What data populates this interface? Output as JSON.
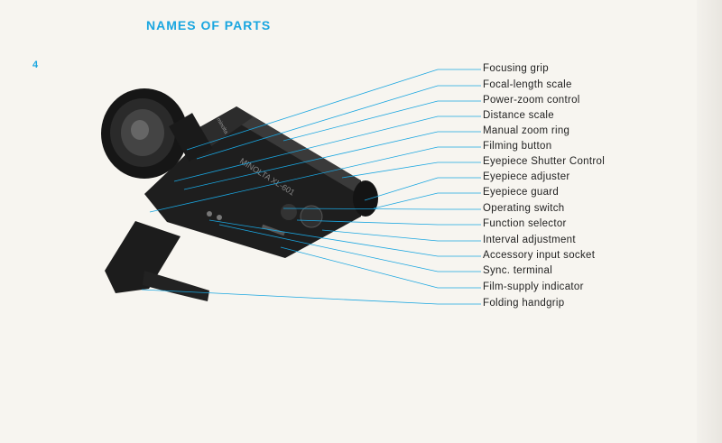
{
  "page": {
    "title": "NAMES OF PARTS",
    "page_number": "4"
  },
  "camera": {
    "brand_logo": "minolta",
    "model_marking": "MINOLTA XL-601"
  },
  "accent_color": "#1aa6e0",
  "parts": [
    {
      "label": "Focusing grip"
    },
    {
      "label": "Focal-length scale"
    },
    {
      "label": "Power-zoom control"
    },
    {
      "label": "Distance scale"
    },
    {
      "label": "Manual zoom ring"
    },
    {
      "label": "Filming button"
    },
    {
      "label": "Eyepiece Shutter Control"
    },
    {
      "label": "Eyepiece adjuster"
    },
    {
      "label": "Eyepiece guard"
    },
    {
      "label": "Operating switch"
    },
    {
      "label": "Function selector"
    },
    {
      "label": "Interval adjustment"
    },
    {
      "label": "Accessory input socket"
    },
    {
      "label": "Sync. terminal"
    },
    {
      "label": "Film-supply indicator"
    },
    {
      "label": "Folding handgrip"
    }
  ]
}
